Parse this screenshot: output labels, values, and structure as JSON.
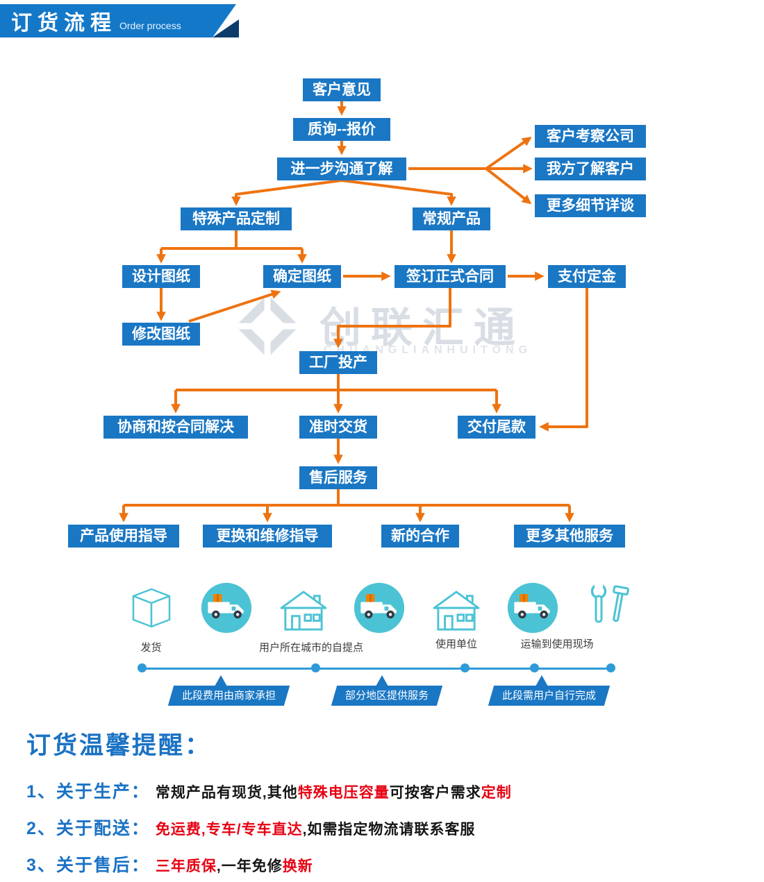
{
  "header": {
    "title": "订货流程",
    "subtitle": "Order process"
  },
  "watermark": {
    "text": "创联汇通",
    "subtext": "CHUANGLIANHUITONG"
  },
  "flowchart": {
    "nodes": [
      {
        "id": "customer-feedback",
        "label": "客户意见"
      },
      {
        "id": "inquiry-quote",
        "label": "质询--报价"
      },
      {
        "id": "further-communication",
        "label": "进一步沟通了解"
      },
      {
        "id": "customer-visit-company",
        "label": "客户考察公司"
      },
      {
        "id": "we-understand-customer",
        "label": "我方了解客户"
      },
      {
        "id": "more-details-discussion",
        "label": "更多细节详谈"
      },
      {
        "id": "special-product-custom",
        "label": "特殊产品定制"
      },
      {
        "id": "regular-product",
        "label": "常规产品"
      },
      {
        "id": "design-drawing",
        "label": "设计图纸"
      },
      {
        "id": "confirm-drawing",
        "label": "确定图纸"
      },
      {
        "id": "sign-formal-contract",
        "label": "签订正式合同"
      },
      {
        "id": "pay-deposit",
        "label": "支付定金"
      },
      {
        "id": "modify-drawing",
        "label": "修改图纸"
      },
      {
        "id": "factory-production",
        "label": "工厂投产"
      },
      {
        "id": "negotiate-per-contract",
        "label": "协商和按合同解决"
      },
      {
        "id": "on-time-delivery",
        "label": "准时交货"
      },
      {
        "id": "pay-balance",
        "label": "交付尾款"
      },
      {
        "id": "after-sales-service",
        "label": "售后服务"
      },
      {
        "id": "product-usage-guidance",
        "label": "产品使用指导"
      },
      {
        "id": "replace-repair-guidance",
        "label": "更换和维修指导"
      },
      {
        "id": "new-cooperation",
        "label": "新的合作"
      },
      {
        "id": "more-other-services",
        "label": "更多其他服务"
      }
    ]
  },
  "logistics": {
    "stations": [
      {
        "label": "发货"
      },
      {
        "label": "用户所在城市的自提点"
      },
      {
        "label": "使用单位"
      },
      {
        "label": "运输到使用现场"
      }
    ],
    "tags": [
      "此段费用由商家承担",
      "部分地区提供服务",
      "此段需用户自行完成"
    ]
  },
  "reminders": {
    "title": "订货温馨提醒：",
    "items": [
      {
        "label": "1、关于生产：",
        "segments": [
          {
            "text": "常规产品有现货,其他",
            "red": false
          },
          {
            "text": "特殊电压容量",
            "red": true
          },
          {
            "text": "可按客户需求",
            "red": false
          },
          {
            "text": "定制",
            "red": true
          }
        ]
      },
      {
        "label": "2、关于配送：",
        "segments": [
          {
            "text": "免运费,专车/专车直达",
            "red": true
          },
          {
            "text": ",如需指定物流请联系客服",
            "red": false
          }
        ]
      },
      {
        "label": "3、关于售后：",
        "segments": [
          {
            "text": "三年质保",
            "red": true
          },
          {
            "text": ",一年免修",
            "red": false
          },
          {
            "text": "换新",
            "red": true
          }
        ]
      }
    ]
  },
  "colors": {
    "box_blue": "#1a77c4",
    "arrow_orange": "#ee7310",
    "header_blue": "#1478c8",
    "accent_red": "#e60012",
    "teal": "#4cc3d4",
    "timeline_blue": "#2e9ad8"
  }
}
